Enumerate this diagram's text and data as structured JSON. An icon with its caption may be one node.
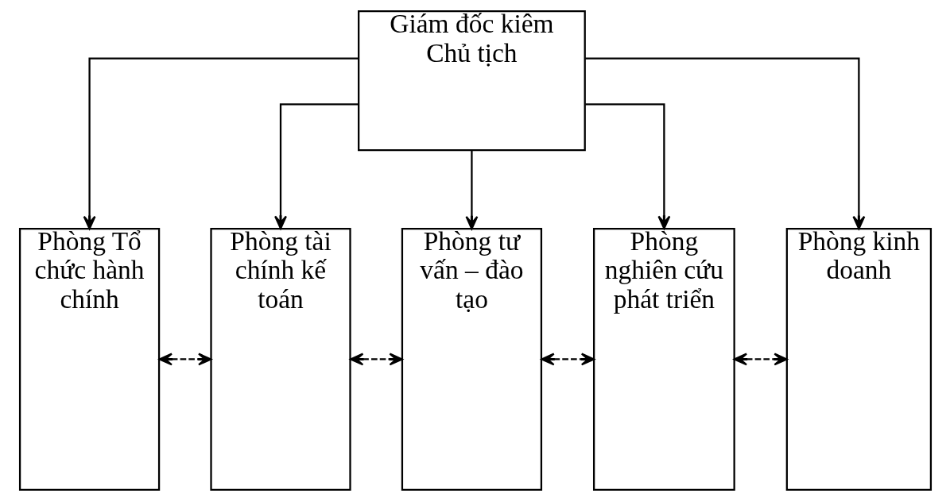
{
  "diagram": {
    "nodes": [
      {
        "text": [
          "Giám đốc kiêm Chủ tịch"
        ]
      },
      {
        "text": [
          "Phòng Tổ chức hành chính"
        ]
      },
      {
        "text": [
          "Phòng tài chính kế toán"
        ]
      },
      {
        "text": [
          "Phòng tư vấn – đào tạo"
        ]
      },
      {
        "text": [
          "Phòng nghiên cứu phát triển"
        ]
      },
      {
        "text": [
          "Phòng kinh doanh"
        ]
      }
    ],
    "edges": [
      {
        "from": 0,
        "to": 1,
        "arrow": "to"
      },
      {
        "from": 0,
        "to": 2,
        "arrow": "to"
      },
      {
        "from": 0,
        "to": 3,
        "arrow": "to"
      },
      {
        "from": 0,
        "to": 4,
        "arrow": "to"
      },
      {
        "from": 0,
        "to": 5,
        "arrow": "to"
      },
      {
        "from": 1,
        "to": 2,
        "arrow": "both",
        "style": "dashed"
      },
      {
        "from": 2,
        "to": 3,
        "arrow": "both",
        "style": "dashed"
      },
      {
        "from": 3,
        "to": 4,
        "arrow": "both",
        "style": "dashed"
      },
      {
        "from": 4,
        "to": 5,
        "arrow": "both",
        "style": "dashed"
      }
    ]
  }
}
